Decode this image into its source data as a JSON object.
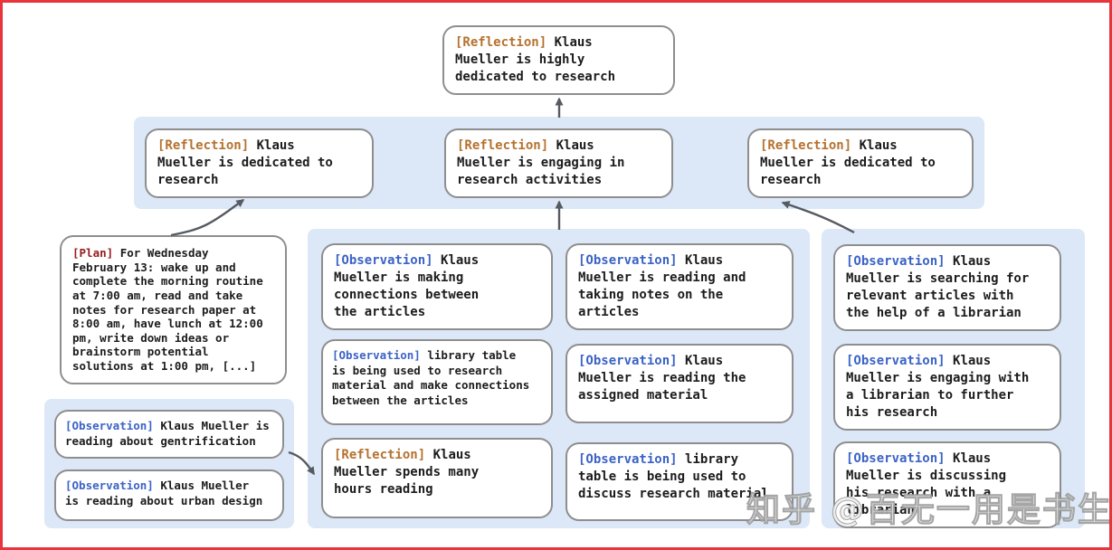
{
  "palette": {
    "band_bg": "#dce8f7",
    "box_border": "#8e8e8e",
    "reflection_tag": "#b5722f",
    "observation_tag": "#3b63c6",
    "plan_tag": "#961b1e",
    "text": "#1c1c1c",
    "arrow": "#565b61",
    "frame_border": "#e8343d"
  },
  "nodes": {
    "root": {
      "tag": "[Reflection]",
      "text": "Klaus\nMueller is highly\ndedicated to research"
    },
    "top_reflections": [
      {
        "tag": "[Reflection]",
        "text": "Klaus\nMueller is dedicated to\nresearch"
      },
      {
        "tag": "[Reflection]",
        "text": "Klaus\nMueller is engaging in\nresearch activities"
      },
      {
        "tag": "[Reflection]",
        "text": "Klaus\nMueller is dedicated to\nresearch"
      }
    ],
    "plan": {
      "tag": "[Plan]",
      "text": "For Wednesday\nFebruary 13: wake up and\ncomplete the morning routine\nat 7:00 am, read and take\nnotes for research paper at\n8:00 am, have lunch at 12:00\npm, write down ideas or\nbrainstorm potential\nsolutions at 1:00 pm, [...]"
    },
    "left_observations": [
      {
        "tag": "[Observation]",
        "text": "Klaus Mueller is\nreading about gentrification"
      },
      {
        "tag": "[Observation]",
        "text": "Klaus Mueller\nis reading about urban design"
      }
    ],
    "middle_col1": [
      {
        "tag": "[Observation]",
        "text": "Klaus\nMueller is making\nconnections between\nthe articles"
      },
      {
        "tag": "[Observation]",
        "text": "library table\nis being used to research\nmaterial and make connections\nbetween the articles"
      },
      {
        "tag": "[Reflection]",
        "text": "Klaus\nMueller spends many\nhours reading"
      }
    ],
    "middle_col2": [
      {
        "tag": "[Observation]",
        "text": "Klaus\nMueller is reading and\ntaking notes on the\narticles"
      },
      {
        "tag": "[Observation]",
        "text": "Klaus\nMueller is reading the\nassigned material"
      },
      {
        "tag": "[Observation]",
        "text": "library\ntable is being used to\ndiscuss research material"
      }
    ],
    "right_observations": [
      {
        "tag": "[Observation]",
        "text": "Klaus\nMueller is searching for\nrelevant articles with\nthe help of a librarian"
      },
      {
        "tag": "[Observation]",
        "text": "Klaus\nMueller is engaging with\na librarian to further\nhis research"
      },
      {
        "tag": "[Observation]",
        "text": "Klaus\nMueller is discussing\nhis research with a\nlibrarian"
      }
    ]
  },
  "watermark": "知乎 @百无一用是书生"
}
